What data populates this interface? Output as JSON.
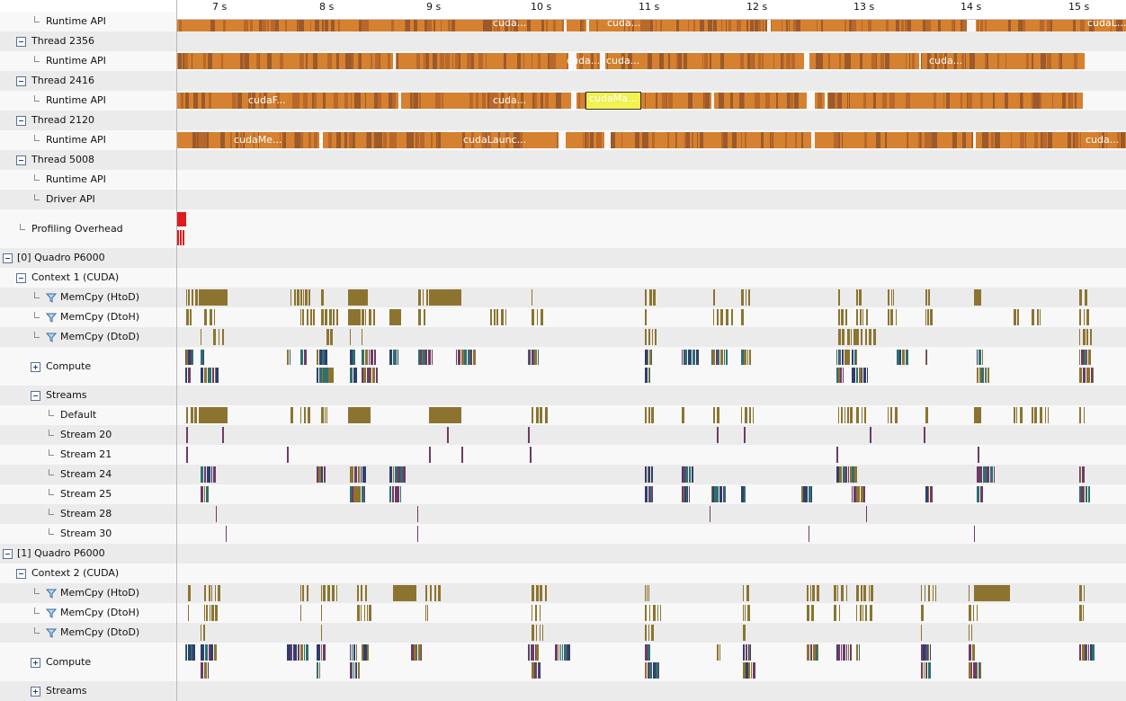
{
  "ruler": {
    "ticks": [
      "7 s",
      "8 s",
      "9 s",
      "10 s",
      "11 s",
      "12 s",
      "13 s",
      "14 s",
      "15 s"
    ]
  },
  "tree": {
    "runtime_api": "Runtime API",
    "driver_api": "Driver API",
    "thread_2356": "Thread 2356",
    "thread_2416": "Thread 2416",
    "thread_2120": "Thread 2120",
    "thread_5008": "Thread 5008",
    "profiling_overhead": "Profiling Overhead",
    "gpu0": "[0] Quadro P6000",
    "context1": "Context 1 (CUDA)",
    "memcpy_htod": "MemCpy (HtoD)",
    "memcpy_dtoh": "MemCpy (DtoH)",
    "memcpy_dtod": "MemCpy (DtoD)",
    "compute": "Compute",
    "streams": "Streams",
    "default": "Default",
    "stream_20": "Stream 20",
    "stream_21": "Stream 21",
    "stream_24": "Stream 24",
    "stream_25": "Stream 25",
    "stream_28": "Stream 28",
    "stream_30": "Stream 30",
    "gpu1": "[1] Quadro P6000",
    "context2": "Context 2 (CUDA)"
  },
  "api_labels": {
    "r0": [
      "cuda...",
      "cuda...",
      "cudaL..."
    ],
    "r1": [
      "cuda...",
      "cuda...",
      "cuda..."
    ],
    "r2": [
      "cudaF...",
      "cuda..."
    ],
    "r3": [
      "cudaMe...",
      "cudaLaunc...",
      "cuda..."
    ],
    "selected": "cudaMa..."
  },
  "colors": {
    "api": "#d6812f",
    "memcpy": "#8c7430",
    "compute_teal": "#2f6f6f",
    "compute_navy": "#2e3f6e",
    "compute_purple": "#6e3a66",
    "overhead": "#e01b1b",
    "selection": "#f1f150"
  }
}
